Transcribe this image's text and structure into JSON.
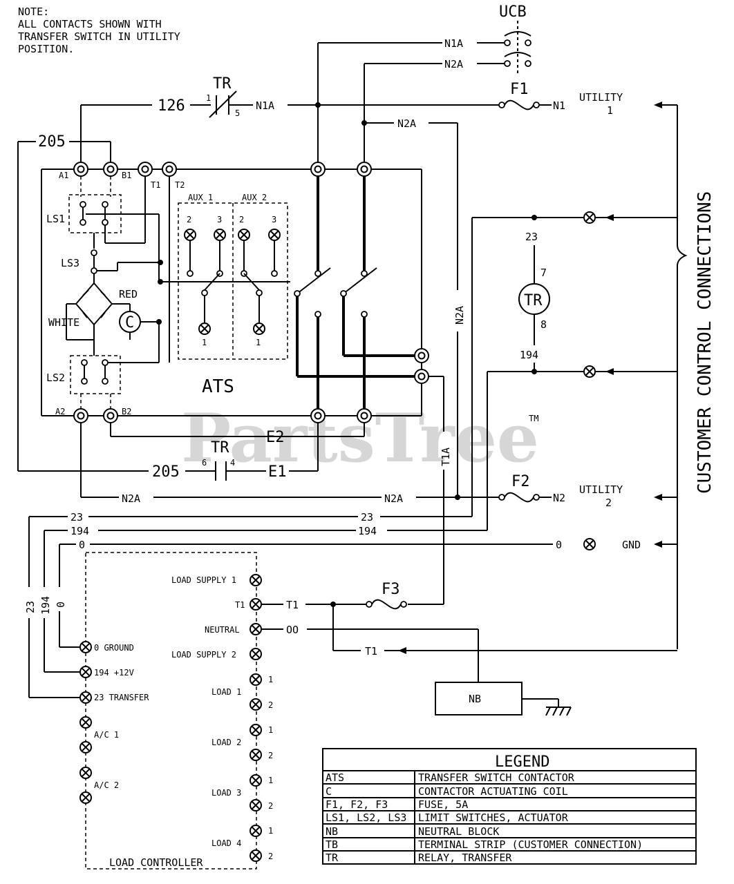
{
  "note": [
    "NOTE:",
    "ALL CONTACTS SHOWN WITH",
    "TRANSFER SWITCH IN UTILITY",
    "POSITION."
  ],
  "watermark": {
    "text": "PartsTree",
    "tm": "TM"
  },
  "labels": {
    "ucb": "UCB",
    "n1a": "N1A",
    "n2a": "N2A",
    "tr": "TR",
    "f1": "F1",
    "f2": "F2",
    "f3": "F3",
    "w126": "126",
    "w205": "205",
    "w23": "23",
    "w194": "194",
    "w0": "0",
    "n1": "N1",
    "n2": "N2",
    "utility": "UTILITY",
    "one": "1",
    "two": "2",
    "five": "5",
    "six": "6",
    "four": "4",
    "seven": "7",
    "eight": "8",
    "gnd": "GND",
    "e1": "E1",
    "e2": "E2",
    "t1": "T1",
    "t1a": "T1A",
    "t2": "T2",
    "oo": "OO",
    "nb": "NB",
    "a1": "A1",
    "b1": "B1",
    "a2": "A2",
    "b2": "B2",
    "ls1": "LS1",
    "ls2": "LS2",
    "ls3": "LS3",
    "aux1": "AUX 1",
    "aux2": "AUX 2",
    "three": "3",
    "red": "RED",
    "white": "WHITE",
    "c": "C",
    "ats": "ATS",
    "ccc": "CUSTOMER CONTROL CONNECTIONS"
  },
  "load_controller": {
    "title": "LOAD CONTROLLER",
    "right_terminals": [
      "LOAD SUPPLY 1",
      "T1",
      "NEUTRAL",
      "LOAD SUPPLY 2"
    ],
    "left_terminals": [
      "0 GROUND",
      "194 +12V",
      "23 TRANSFER"
    ],
    "ac": [
      "A/C 1",
      "A/C 2"
    ],
    "loads": [
      "LOAD 1",
      "LOAD 2",
      "LOAD 3",
      "LOAD 4"
    ]
  },
  "legend": {
    "title": "LEGEND",
    "rows": [
      {
        "code": "ATS",
        "desc": "TRANSFER SWITCH CONTACTOR"
      },
      {
        "code": "C",
        "desc": "CONTACTOR ACTUATING COIL"
      },
      {
        "code": "F1, F2, F3",
        "desc": "FUSE, 5A"
      },
      {
        "code": "LS1, LS2, LS3",
        "desc": "LIMIT SWITCHES, ACTUATOR"
      },
      {
        "code": "NB",
        "desc": "NEUTRAL BLOCK"
      },
      {
        "code": "TB",
        "desc": "TERMINAL STRIP (CUSTOMER CONNECTION)"
      },
      {
        "code": "TR",
        "desc": "RELAY, TRANSFER"
      }
    ]
  }
}
